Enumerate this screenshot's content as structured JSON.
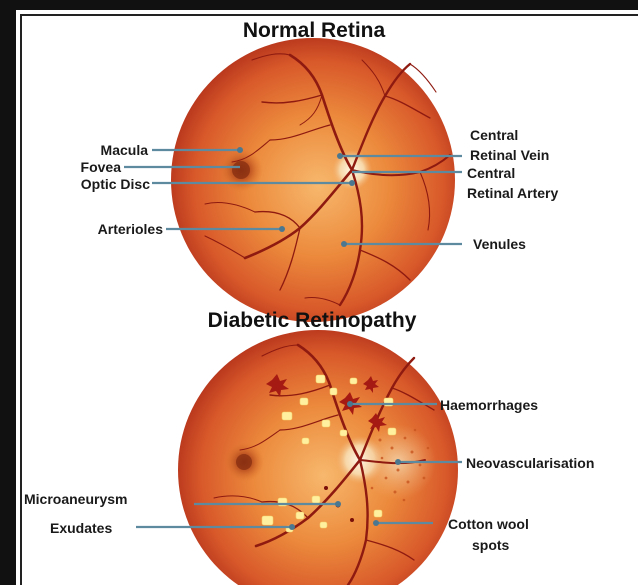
{
  "top": {
    "title": "Normal Retina",
    "labels": {
      "macula": "Macula",
      "fovea": "Fovea",
      "optic_disc": "Optic Disc",
      "arterioles": "Arterioles",
      "central_retinal_vein_1": "Central",
      "central_retinal_vein_2": "Retinal Vein",
      "central_retinal_artery_1": "Central",
      "central_retinal_artery_2": "Retinal Artery",
      "venules": "Venules"
    }
  },
  "bottom": {
    "title": "Diabetic Retinopathy",
    "labels": {
      "haemorrhages": "Haemorrhages",
      "neovascularisation": "Neovascularisation",
      "microaneurysm": "Microaneurysm",
      "exudates": "Exudates",
      "cotton_wool_1": "Cotton wool",
      "cotton_wool_2": "spots"
    }
  },
  "colors": {
    "retina_center": "#f3a55a",
    "retina_mid": "#e0672b",
    "retina_edge": "#b8321a",
    "vessel": "#8e1a10",
    "leader": "#5e8aa0",
    "exudate": "#fff3a0"
  }
}
